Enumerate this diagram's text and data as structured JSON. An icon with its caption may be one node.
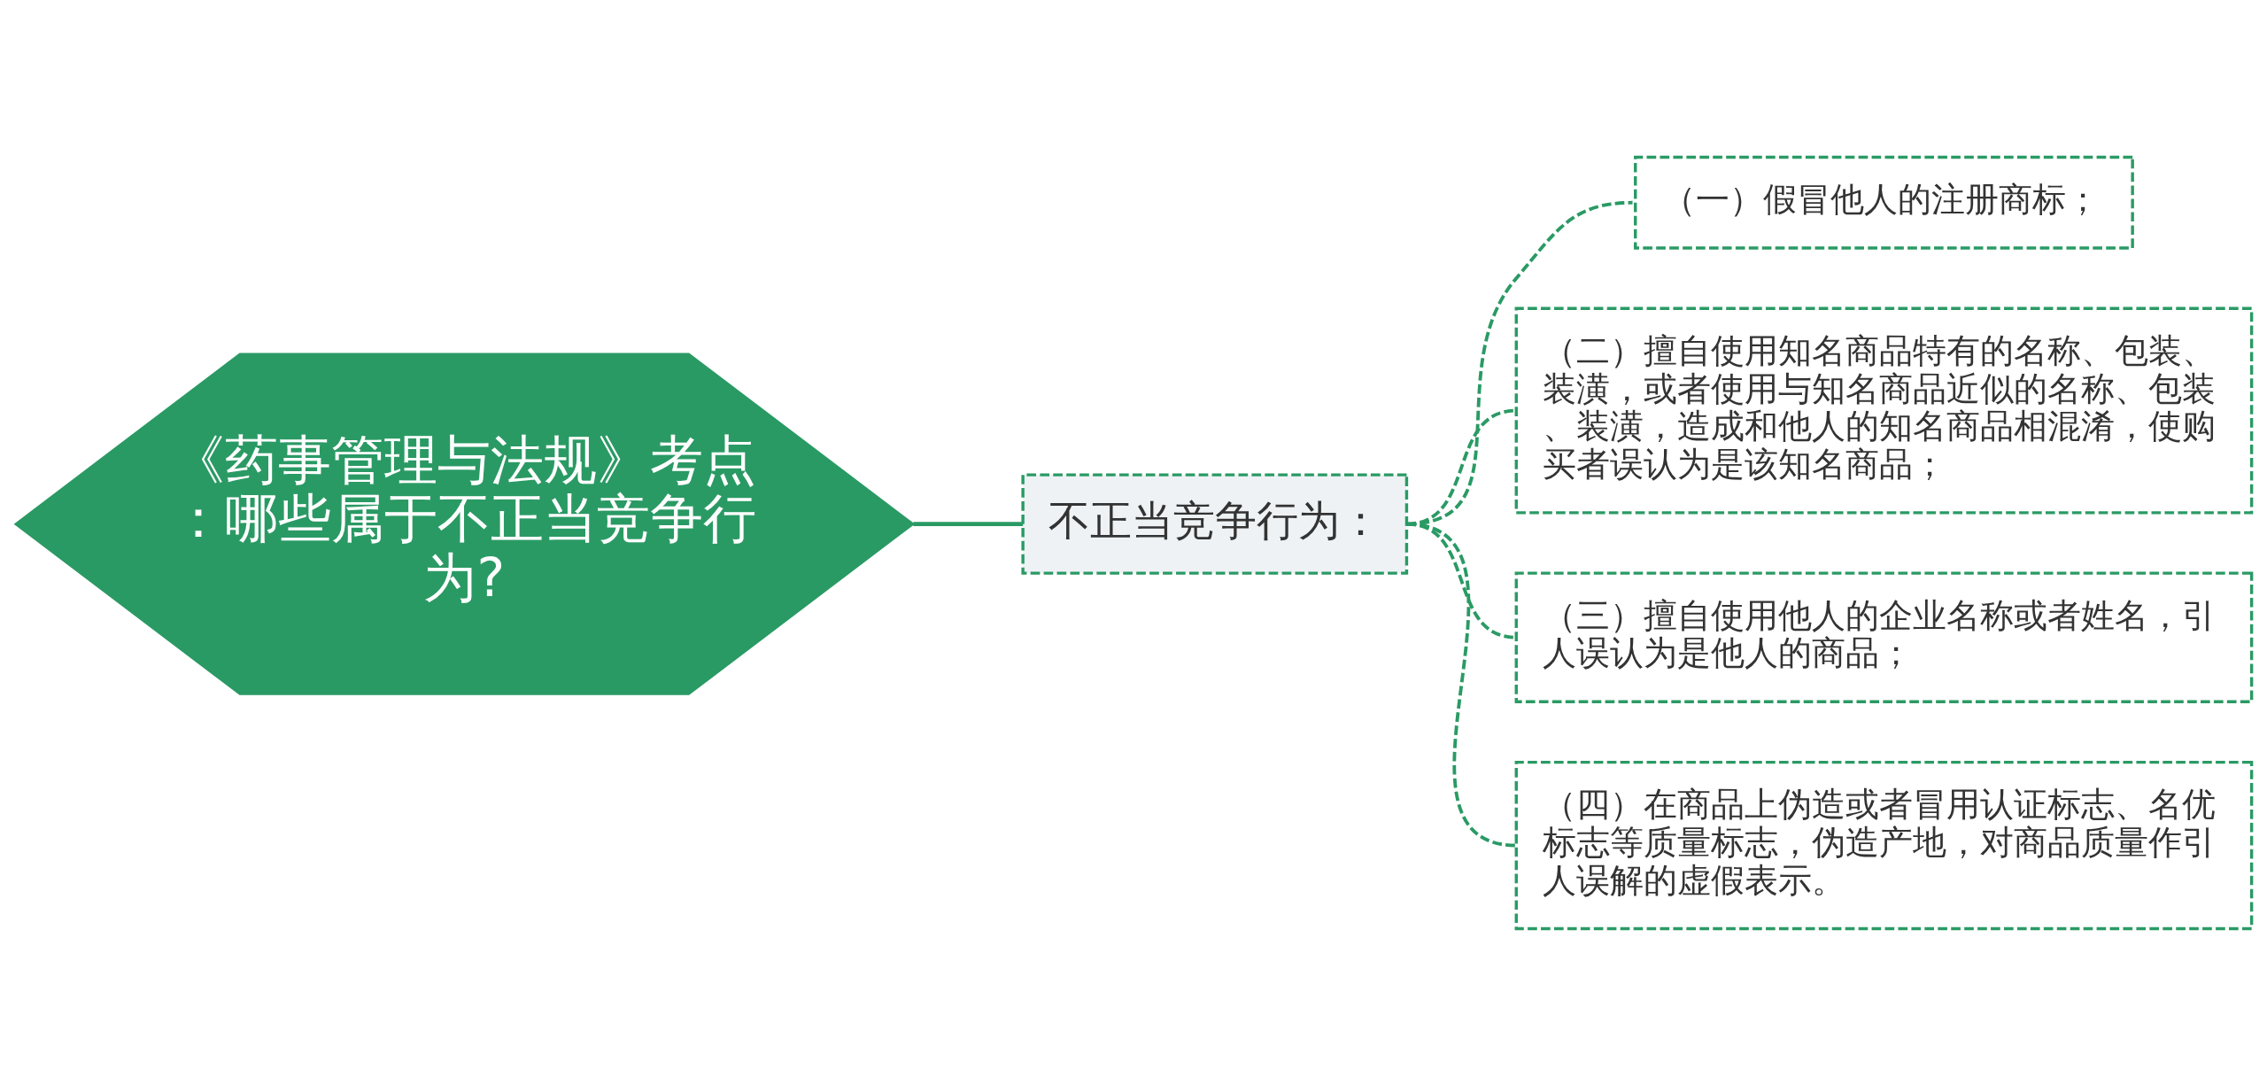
{
  "diagram": {
    "nodes": [
      {
        "text": [
          "《药事管理与法规》考点：哪些属于不正当竞争行为?"
        ]
      },
      {
        "text": [
          "不正当竞争行为："
        ]
      },
      {
        "text": [
          "（一）假冒他人的注册商标；"
        ]
      },
      {
        "text": [
          "（二）擅自使用知名商品特有的名称、包装、装潢，或者使用与知名商品近似的名称、包装、装潢，造成和他人的知名商品相混淆，使购买者误认为是该知名商品；"
        ]
      },
      {
        "text": [
          "（三）擅自使用他人的企业名称或者姓名，引人误认为是他人的商品；"
        ]
      },
      {
        "text": [
          "（四）在商品上伪造或者冒用认证标志、名优标志等质量标志，伪造产地，对商品质量作引人误解的虚假表示。"
        ]
      }
    ],
    "edges": [
      {
        "from": 0,
        "to": 1,
        "arrow": "none"
      },
      {
        "from": 1,
        "to": 2,
        "arrow": "none",
        "style": "dashed"
      },
      {
        "from": 1,
        "to": 3,
        "arrow": "none",
        "style": "dashed"
      },
      {
        "from": 1,
        "to": 4,
        "arrow": "none",
        "style": "dashed"
      },
      {
        "from": 1,
        "to": 5,
        "arrow": "none",
        "style": "dashed"
      }
    ]
  }
}
